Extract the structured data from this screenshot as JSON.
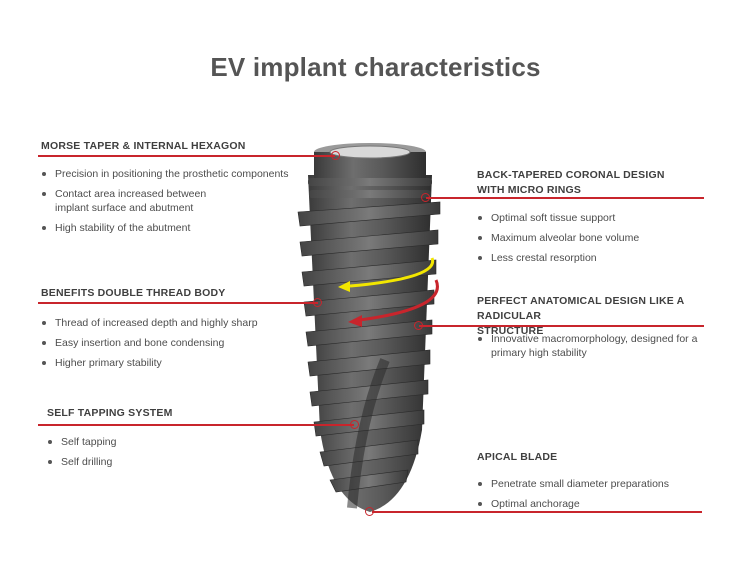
{
  "title": "EV implant characteristics",
  "features": {
    "morse": {
      "heading": "MORSE TAPER & INTERNAL HEXAGON",
      "bullets": [
        "Precision in positioning the prosthetic components",
        "Contact area increased between implant surface and abutment",
        "High stability of the abutment"
      ]
    },
    "double_thread": {
      "heading": "BENEFITS DOUBLE THREAD BODY",
      "bullets": [
        "Thread of increased depth and highly sharp",
        "Easy insertion and bone condensing",
        "Higher primary stability"
      ]
    },
    "self_tapping": {
      "heading": "SELF TAPPING SYSTEM",
      "bullets": [
        "Self tapping",
        "Self drilling"
      ]
    },
    "back_tapered": {
      "heading_line1": "BACK-TAPERED CORONAL DESIGN",
      "heading_line2": "WITH MICRO RINGS",
      "bullets": [
        "Optimal soft tissue support",
        "Maximum alveolar bone volume",
        "Less crestal resorption"
      ]
    },
    "anatomical": {
      "heading_line1": "PERFECT ANATOMICAL DESIGN LIKE A RADICULAR",
      "heading_line2": "STRUCTURE",
      "bullets": [
        "Innovative macromorphology, designed for a primary high stability"
      ]
    },
    "apical": {
      "heading": "APICAL BLADE",
      "bullets": [
        "Penetrate small diameter preparations",
        "Optimal anchorage"
      ]
    }
  },
  "colors": {
    "accent_red": "#c8252c",
    "arrow_yellow": "#f2e600",
    "implant_gray": "#555555"
  }
}
